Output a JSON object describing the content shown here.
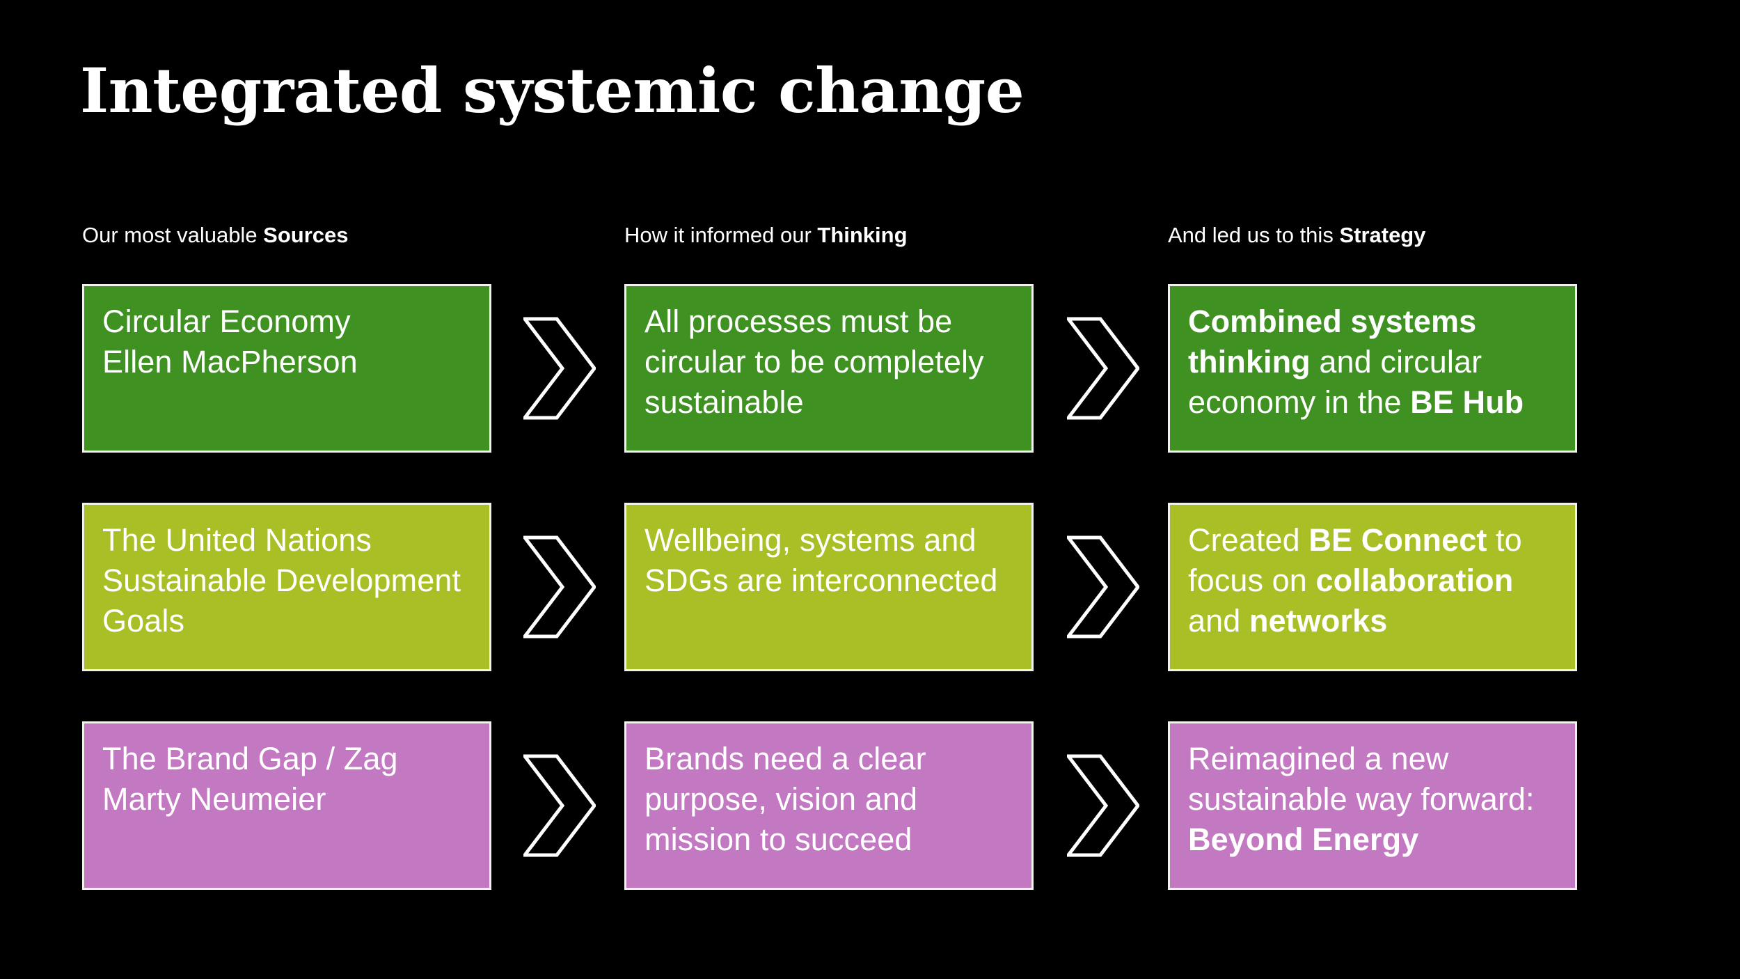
{
  "slide": {
    "title": "Integrated systemic change",
    "background_color": "#000000",
    "text_color": "#ffffff"
  },
  "colors": {
    "green": "#3f9222",
    "lime": "#aabf26",
    "orchid": "#c379c2",
    "box_border": "#f2f2ec"
  },
  "columns": [
    {
      "id": "sources",
      "header_prefix": "Our most valuable ",
      "header_emphasis": "Sources"
    },
    {
      "id": "thinking",
      "header_prefix": "How it informed our ",
      "header_emphasis": "Thinking"
    },
    {
      "id": "strategy",
      "header_prefix": "And led us to this ",
      "header_emphasis": "Strategy"
    }
  ],
  "rows": [
    {
      "color_name": "green",
      "color": "#3f9222",
      "sources": {
        "plain": "Circular Economy\nEllen MacPherson",
        "runs": [
          {
            "text": "Circular Economy",
            "bold": false
          },
          {
            "text": "\n",
            "bold": false
          },
          {
            "text": "Ellen MacPherson",
            "bold": false
          }
        ]
      },
      "thinking": {
        "plain": "All processes must be circular to be completely sustainable",
        "runs": [
          {
            "text": "All processes must be circular to be completely sustainable",
            "bold": false
          }
        ]
      },
      "strategy": {
        "plain": "Combined systems thinking and circular economy in the BE Hub",
        "runs": [
          {
            "text": "Combined systems thinking",
            "bold": true
          },
          {
            "text": " and circular economy in the ",
            "bold": false
          },
          {
            "text": "BE Hub",
            "bold": true
          }
        ]
      }
    },
    {
      "color_name": "lime",
      "color": "#aabf26",
      "sources": {
        "plain": "The United Nations Sustainable Development Goals",
        "runs": [
          {
            "text": "The United Nations Sustainable Development Goals",
            "bold": false
          }
        ]
      },
      "thinking": {
        "plain": "Wellbeing, systems and SDGs are interconnected",
        "runs": [
          {
            "text": "Wellbeing, systems and SDGs are interconnected",
            "bold": false
          }
        ]
      },
      "strategy": {
        "plain": "Created BE Connect to focus on collaboration and networks",
        "runs": [
          {
            "text": "Created ",
            "bold": false
          },
          {
            "text": "BE Connect",
            "bold": true
          },
          {
            "text": " to focus on ",
            "bold": false
          },
          {
            "text": "collaboration",
            "bold": true
          },
          {
            "text": " and ",
            "bold": false
          },
          {
            "text": "networks",
            "bold": true
          }
        ]
      }
    },
    {
      "color_name": "orchid",
      "color": "#c379c2",
      "sources": {
        "plain": "The Brand Gap / Zag\nMarty Neumeier",
        "runs": [
          {
            "text": "The Brand Gap / Zag",
            "bold": false
          },
          {
            "text": "\n",
            "bold": false
          },
          {
            "text": "Marty Neumeier",
            "bold": false
          }
        ]
      },
      "thinking": {
        "plain": "Brands need a clear purpose, vision and mission to succeed",
        "runs": [
          {
            "text": "Brands need a clear purpose, vision and mission to succeed",
            "bold": false
          }
        ]
      },
      "strategy": {
        "plain": "Reimagined a new sustainable way forward: Beyond Energy",
        "runs": [
          {
            "text": "Reimagined a new sustainable way forward: ",
            "bold": false
          },
          {
            "text": "Beyond Energy",
            "bold": true
          }
        ]
      }
    }
  ],
  "connectors": {
    "icon": "chevron-right-icon",
    "stroke_color": "#ffffff",
    "count": 6
  }
}
